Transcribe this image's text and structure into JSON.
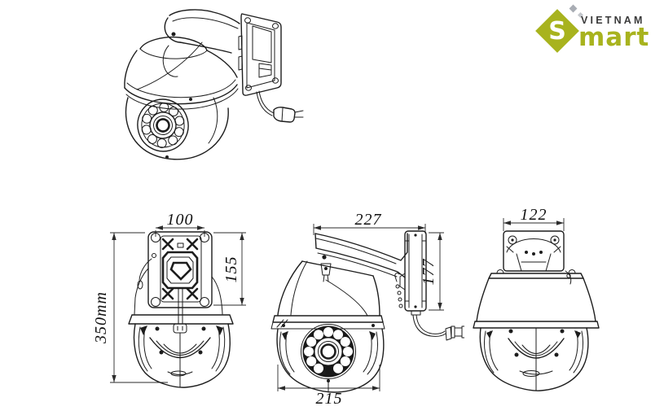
{
  "page": {
    "background_color": "#ffffff",
    "line_color": "#1d1d1d"
  },
  "logo": {
    "country": "VIETNAM",
    "monogram": "S",
    "brand_suffix": "mart",
    "diamond_color": "#a8b31e",
    "country_color": "#3a3a3a",
    "brand_color": "#a8b31e"
  },
  "views": {
    "perspective": {
      "name": "perspective view of PTZ dome camera with wall bracket"
    },
    "rear": {
      "name": "rear view",
      "dims": {
        "mount_hole_spacing": "100",
        "bracket_height": "155",
        "total_height": "350mm"
      }
    },
    "front": {
      "name": "front view",
      "dims": {
        "total_depth": "227",
        "wall_plate_height": "177",
        "dome_diameter": "215"
      }
    },
    "side": {
      "name": "side view",
      "dims": {
        "bracket_width": "122"
      }
    }
  }
}
